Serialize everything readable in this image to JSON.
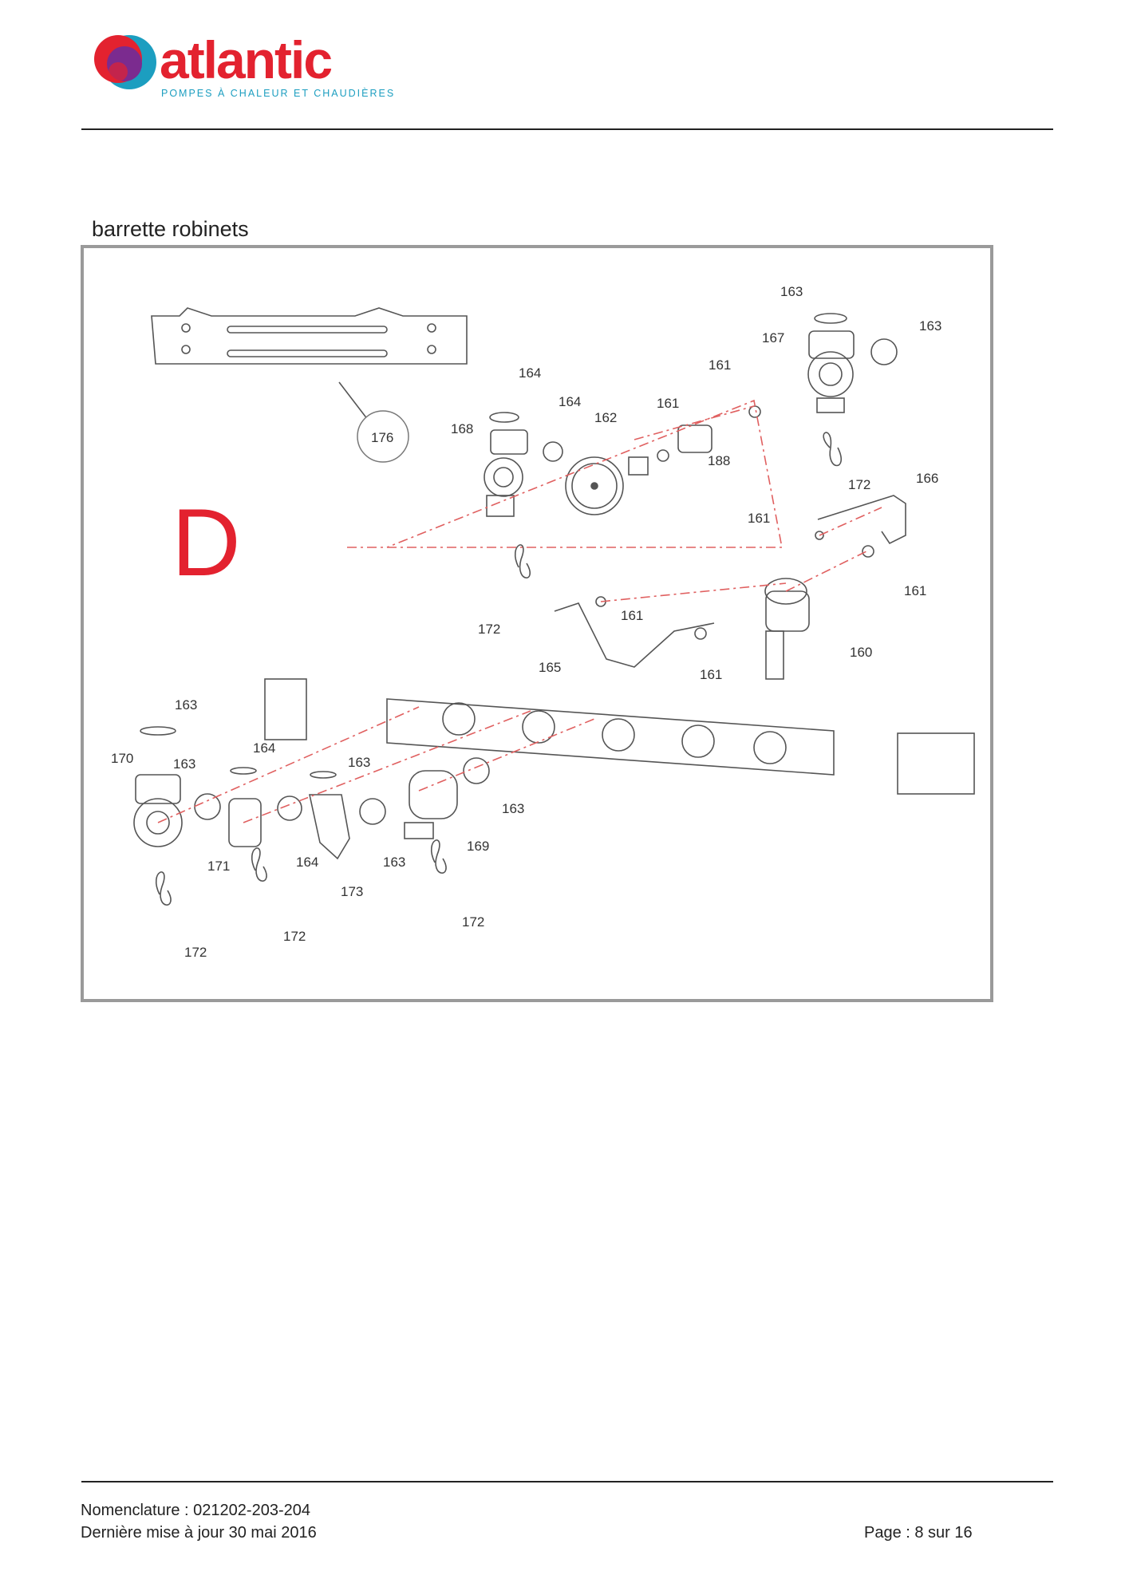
{
  "header": {
    "brand": "atlantic",
    "tagline": "POMPES À CHALEUR ET CHAUDIÈRES"
  },
  "section": {
    "title": "barrette robinets"
  },
  "diagram": {
    "section_letter": "D",
    "callouts": [
      "163",
      "163",
      "167",
      "161",
      "164",
      "164",
      "162",
      "161",
      "188",
      "168",
      "176",
      "172",
      "166",
      "161",
      "161",
      "161",
      "172",
      "165",
      "161",
      "160",
      "163",
      "170",
      "163",
      "164",
      "163",
      "163",
      "171",
      "164",
      "173",
      "163",
      "169",
      "172",
      "172",
      "172"
    ]
  },
  "footer": {
    "nomenclature": "Nomenclature : 021202-203-204",
    "updated": "Dernière mise à jour 30 mai 2016",
    "page": "Page : 8 sur 16"
  },
  "colors": {
    "brand_red": "#e3222f",
    "tagline_blue": "#1c9ec0",
    "dash_red": "#e06060",
    "letter_red": "#e3222f"
  }
}
